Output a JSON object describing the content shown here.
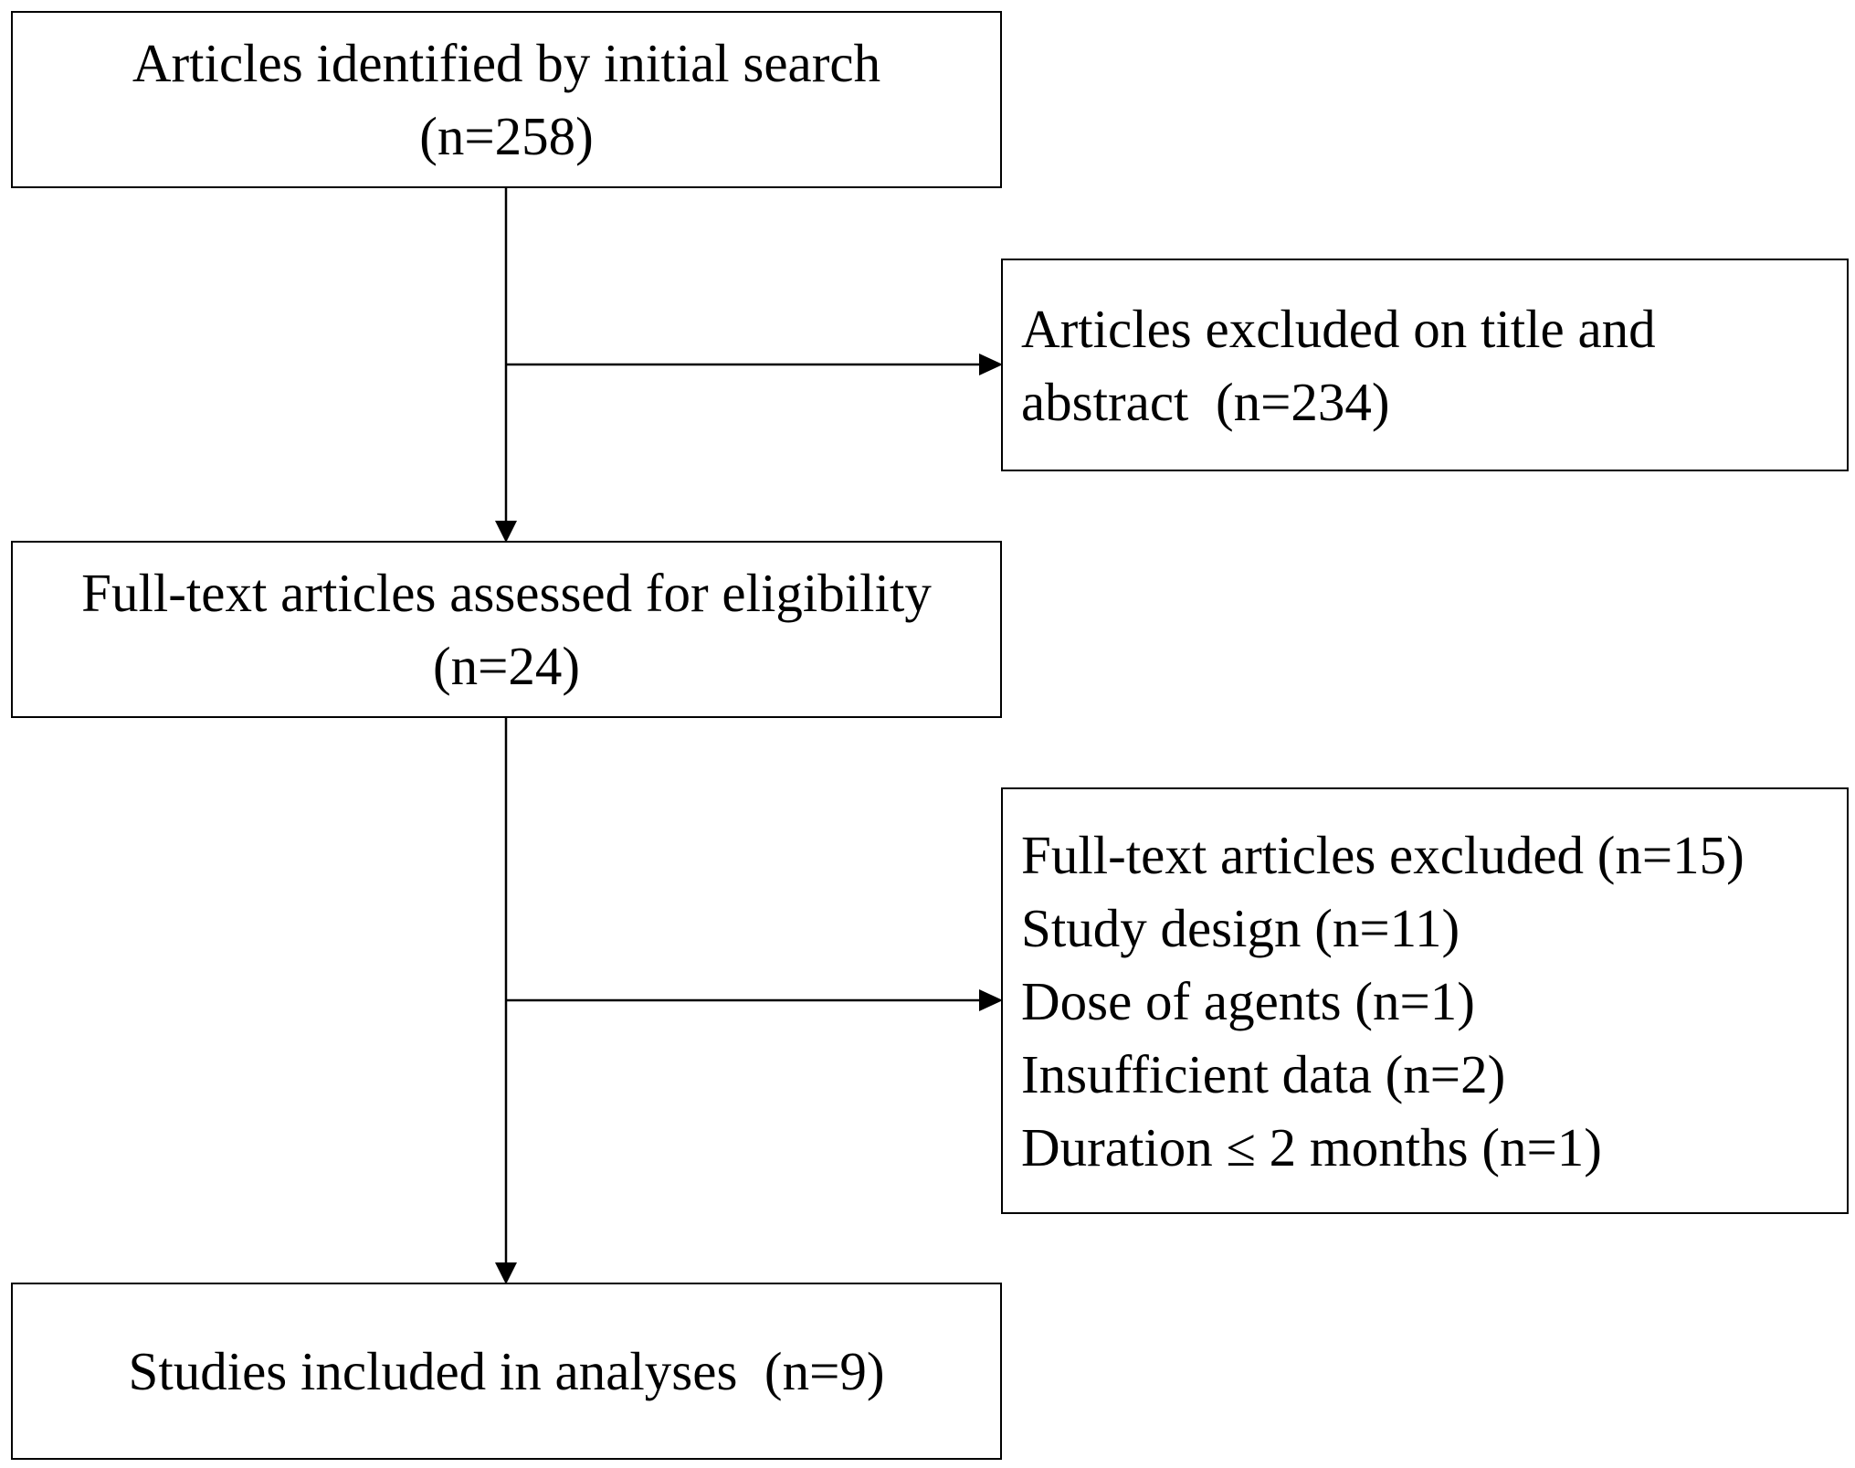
{
  "flowchart": {
    "initial_search": {
      "lines": [
        "Articles identified by initial search",
        "(n=258)"
      ]
    },
    "excluded_title_abstract": {
      "lines": [
        "Articles excluded on title and",
        "abstract  (n=234)"
      ]
    },
    "full_text_assessed": {
      "lines": [
        "Full-text articles assessed for eligibility",
        "(n=24)"
      ]
    },
    "full_text_excluded": {
      "lines": [
        "Full-text articles excluded (n=15)",
        "Study design (n=11)",
        "Dose of agents (n=1)",
        "Insufficient data (n=2)",
        "Duration ≤ 2 months (n=1)"
      ]
    },
    "included": {
      "lines": [
        "Studies included in analyses  (n=9)"
      ]
    }
  }
}
